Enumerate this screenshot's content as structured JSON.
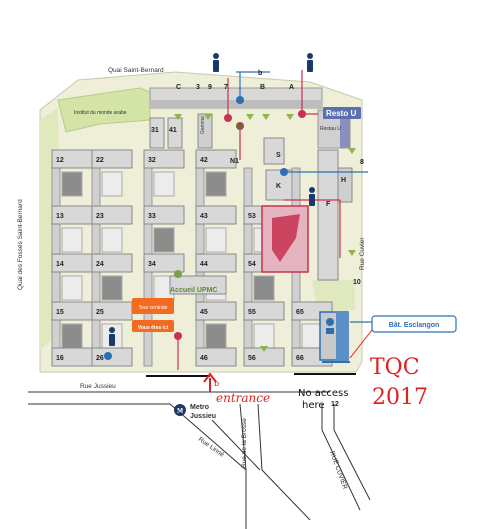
{
  "streets": {
    "quai_saint_bernard": "Quai Saint-Bernard",
    "quai_fosses": "Quai des Fossés Saint-Bernard",
    "rue_jussieu": "Rue Jussieu",
    "rue_cuvier": "Rue Cuvier",
    "rue_linne": "Rue Linné",
    "rue_brosse": "Rue de la Brosse",
    "rue_cuvier_lower": "RUE CUVIER"
  },
  "places": {
    "institut": "Institut du monde arabe",
    "resto_u": "Resto U",
    "resto_u_small": "Restau U",
    "accueil": "Accueil UPMC",
    "tour_centrale": "Tour centrale",
    "vous_etes_ici": "Vous êtes ici",
    "metro": "Metro",
    "metro_station": "Jussieu",
    "metro_icon": "M",
    "bat_esclangon": "Bât. Esclangon",
    "gamma": "Gamma"
  },
  "buildings": {
    "top_row": [
      "C",
      "9",
      "7",
      "B",
      "A"
    ],
    "top_num": [
      "3",
      "b"
    ],
    "row_left": [
      "31",
      "41",
      "N1"
    ],
    "side": [
      "S",
      "K",
      "F",
      "H",
      "8",
      "10",
      "12"
    ],
    "grid_cols": [
      "12",
      "22",
      "32",
      "42",
      "13",
      "23",
      "33",
      "43",
      "53",
      "14",
      "24",
      "34",
      "44",
      "54",
      "15",
      "25",
      "45",
      "55",
      "65",
      "16",
      "26",
      "46",
      "56",
      "66"
    ]
  },
  "annotations": {
    "entrance": "entrance",
    "no_access_line1": "No access",
    "no_access_line2": "here",
    "tqc_line1": "TQC",
    "tqc_line2": "2017",
    "marker_b": "b"
  },
  "colors": {
    "ground": "#efefd9",
    "building": "#d8d8d8",
    "roof_dark": "#8c8c8c",
    "green": "#d4e3a6",
    "accent_pink": "#c8314f",
    "accent_blue": "#5b6fb3",
    "marker_blue": "#1a3a6e",
    "orange": "#f26b21",
    "annotation_red": "#d92a2a",
    "esclangon_blue": "#2d6fb5"
  }
}
